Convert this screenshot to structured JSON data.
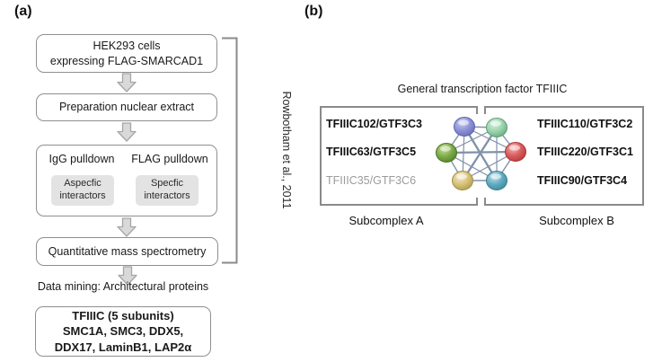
{
  "panel_a": {
    "label": "(a)",
    "step1": {
      "line1": "HEK293 cells",
      "line2": "expressing FLAG-SMARCAD1"
    },
    "step2": {
      "text": "Preparation nuclear extract"
    },
    "step3": {
      "left_title": "IgG pulldown",
      "right_title": "FLAG pulldown",
      "left_sub": {
        "line1": "Aspecfic",
        "line2": "interactors"
      },
      "right_sub": {
        "line1": "Specfic",
        "line2": "interactors"
      }
    },
    "step4": {
      "text": "Quantitative mass spectrometry"
    },
    "data_mining_label": "Data mining: Architectural proteins",
    "result_box": {
      "line1": "TFIIIC (5 subunits)",
      "line2": "SMC1A, SMC3, DDX5,",
      "line3": "DDX17, LaminB1, LAP2α"
    },
    "citation": "Rowbotham et al., 2011"
  },
  "panel_b": {
    "label": "(b)",
    "title": "General transcription factor TFIIIC",
    "subcomplex_a": {
      "caption": "Subcomplex A",
      "subunits": [
        {
          "name": "TFIIIC102/GTF3C3",
          "emphasis": "bold"
        },
        {
          "name": "TFIIIC63/GTF3C5",
          "emphasis": "bold"
        },
        {
          "name": "TFIIIC35/GTF3C6",
          "emphasis": "gray"
        }
      ]
    },
    "subcomplex_b": {
      "caption": "Subcomplex B",
      "subunits": [
        {
          "name": "TFIIIC110/GTF3C2",
          "emphasis": "bold"
        },
        {
          "name": "TFIIIC220/GTF3C1",
          "emphasis": "bold"
        },
        {
          "name": "TFIIIC90/GTF3C4",
          "emphasis": "bold"
        }
      ]
    },
    "network_nodes": [
      {
        "position": "top-left",
        "color": "#8186ce"
      },
      {
        "position": "top-right",
        "color": "#93d0a8"
      },
      {
        "position": "left",
        "color": "#6fa23e"
      },
      {
        "position": "right",
        "color": "#d45454"
      },
      {
        "position": "bottom-left",
        "color": "#d2be6f"
      },
      {
        "position": "bottom-right",
        "color": "#57a4b9"
      }
    ]
  },
  "colors": {
    "box_border": "#8f8f8f",
    "bracket": "#8a8a8a",
    "arrow_fill": "#d9d9d9",
    "arrow_border": "#a6a6a6",
    "gray_subbox": "#e3e3e3",
    "edge_line": "#8092a9",
    "muted_text": "#9c9c9c"
  }
}
